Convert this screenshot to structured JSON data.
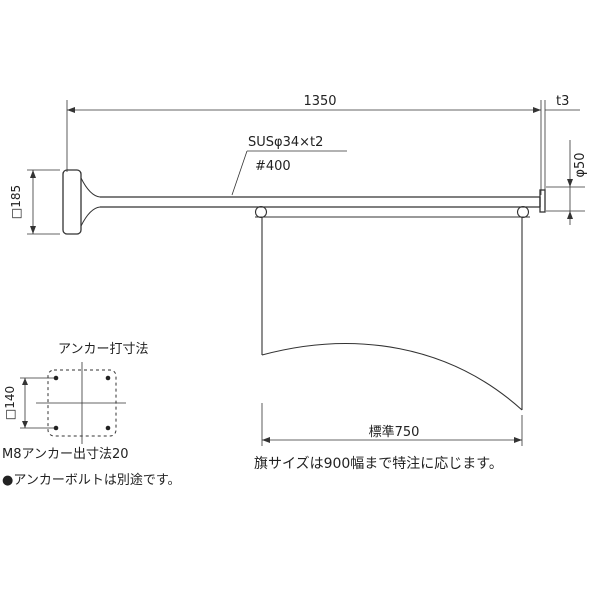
{
  "dimensions": {
    "arm_length": "1350",
    "end_plate_thickness": "t3",
    "pipe_spec": "SUSφ34×t2",
    "pipe_finish": "#400",
    "pipe_diameter": "φ50",
    "base_size": "□185",
    "flag_width": "標準750",
    "anchor_spacing": "□140"
  },
  "anchor_detail": {
    "title": "アンカー打寸法",
    "embed_depth": "M8アンカー出寸法20"
  },
  "notes": {
    "flag_size_note": "旗サイズは900幅まで特注に応じます。",
    "anchor_bolt_note": "●アンカーボルトは別途です。"
  }
}
